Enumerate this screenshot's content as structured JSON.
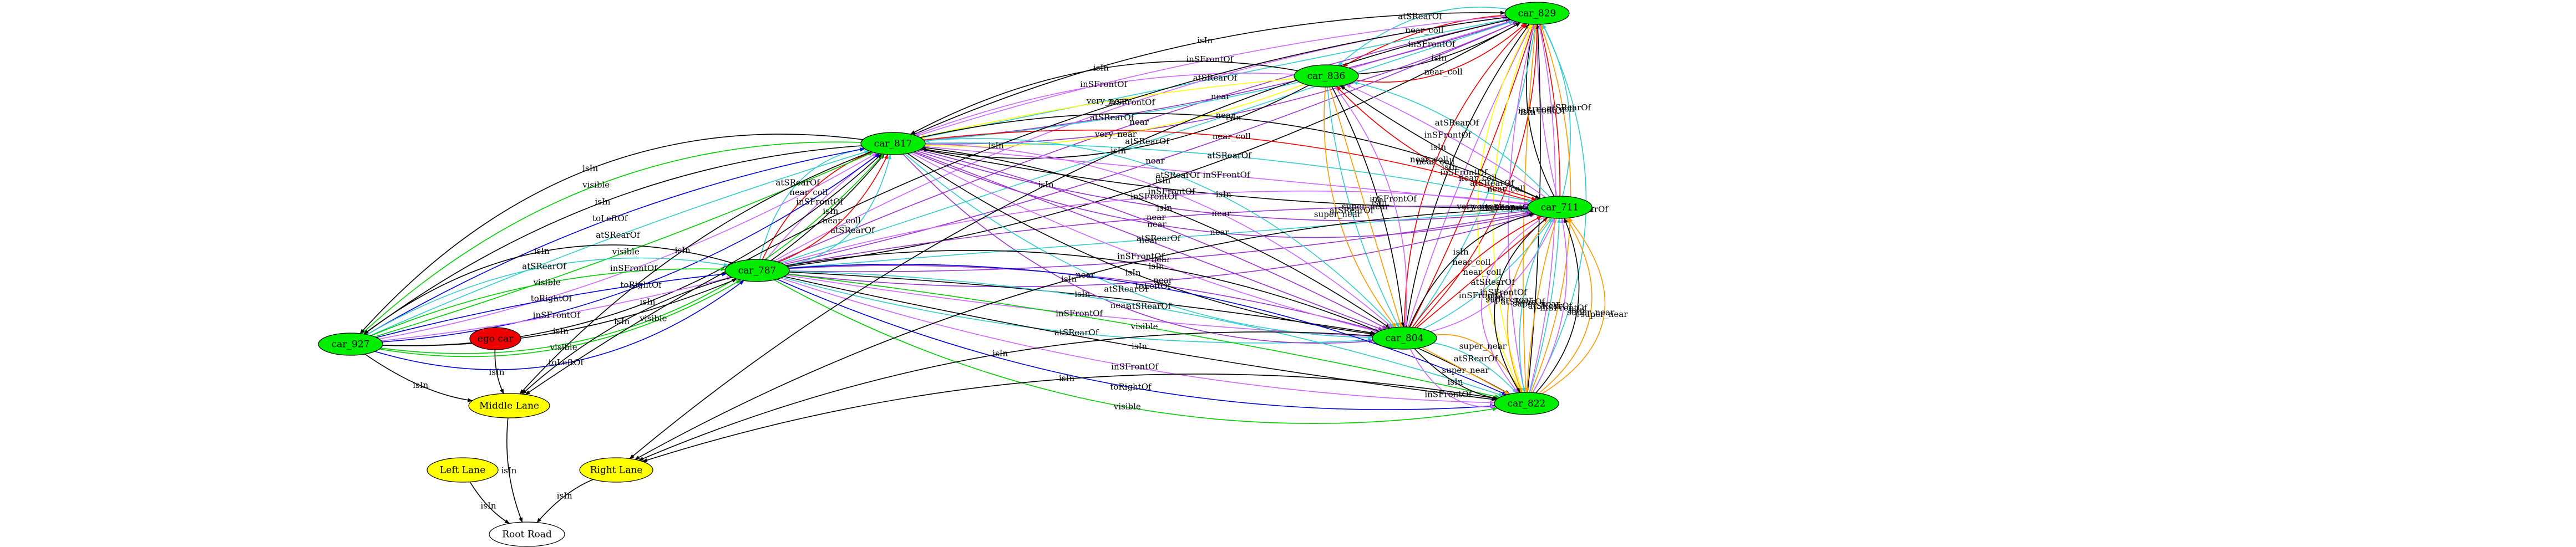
{
  "graph": {
    "nodes": [
      {
        "id": "car_829",
        "label": "car_829",
        "color": "#00ee00"
      },
      {
        "id": "car_836",
        "label": "car_836",
        "color": "#00ee00"
      },
      {
        "id": "car_817",
        "label": "car_817",
        "color": "#00ee00"
      },
      {
        "id": "car_711",
        "label": "car_711",
        "color": "#00ee00"
      },
      {
        "id": "car_787",
        "label": "car_787",
        "color": "#00ee00"
      },
      {
        "id": "car_927",
        "label": "car_927",
        "color": "#00ee00"
      },
      {
        "id": "car_804",
        "label": "car_804",
        "color": "#00ee00"
      },
      {
        "id": "car_822",
        "label": "car_822",
        "color": "#00ee00"
      },
      {
        "id": "ego_car",
        "label": "ego car",
        "color": "#ee0000"
      },
      {
        "id": "middle_lane",
        "label": "Middle Lane",
        "color": "#ffff00"
      },
      {
        "id": "left_lane",
        "label": "Left Lane",
        "color": "#ffff00"
      },
      {
        "id": "right_lane",
        "label": "Right Lane",
        "color": "#ffff00"
      },
      {
        "id": "root_road",
        "label": "Root Road",
        "color": "#ffffff"
      }
    ],
    "edges": [
      {
        "from": "car_836",
        "to": "car_829",
        "label": "near_coll",
        "color": "#ee0000"
      },
      {
        "from": "car_836",
        "to": "car_829",
        "label": "isIn",
        "color": "#000000"
      },
      {
        "from": "car_836",
        "to": "car_829",
        "label": "inSFrontOf",
        "color": "#cc66ff"
      },
      {
        "from": "car_829",
        "to": "car_836",
        "label": "near_coll",
        "color": "#ee0000"
      },
      {
        "from": "car_829",
        "to": "car_836",
        "label": "atSRearOf",
        "color": "#33cccc"
      },
      {
        "from": "car_817",
        "to": "car_829",
        "label": "isIn",
        "color": "#000000"
      },
      {
        "from": "car_817",
        "to": "car_829",
        "label": "inSFrontOf",
        "color": "#cc66ff"
      },
      {
        "from": "car_817",
        "to": "car_829",
        "label": "atSRearOf",
        "color": "#33cccc"
      },
      {
        "from": "car_817",
        "to": "car_829",
        "label": "near",
        "color": "#9933cc"
      },
      {
        "from": "car_829",
        "to": "car_817",
        "label": "near",
        "color": "#9933cc"
      },
      {
        "from": "car_787",
        "to": "car_829",
        "label": "inSFrontOf",
        "color": "#cc66ff"
      },
      {
        "from": "car_787",
        "to": "car_829",
        "label": "near",
        "color": "#9933cc"
      },
      {
        "from": "car_787",
        "to": "car_829",
        "label": "atSRearOf",
        "color": "#33cccc"
      },
      {
        "from": "car_787",
        "to": "car_829",
        "label": "near",
        "color": "#9933cc"
      },
      {
        "from": "car_787",
        "to": "car_829",
        "label": "isIn",
        "color": "#000000"
      },
      {
        "from": "car_836",
        "to": "car_817",
        "label": "isIn",
        "color": "#000000"
      },
      {
        "from": "car_836",
        "to": "car_817",
        "label": "inSFrontOf",
        "color": "#cc66ff"
      },
      {
        "from": "car_836",
        "to": "car_817",
        "label": "very_near",
        "color": "#ffff00"
      },
      {
        "from": "car_836",
        "to": "car_817",
        "label": "atSRearOf",
        "color": "#33cccc"
      },
      {
        "from": "car_836",
        "to": "car_817",
        "label": "very_near",
        "color": "#ffff00"
      },
      {
        "from": "car_836",
        "to": "car_817",
        "label": "isIn",
        "color": "#000000"
      },
      {
        "from": "car_711",
        "to": "car_829",
        "label": "isIn",
        "color": "#000000"
      },
      {
        "from": "car_711",
        "to": "car_829",
        "label": "inSFrontOf",
        "color": "#cc66ff"
      },
      {
        "from": "car_711",
        "to": "car_829",
        "label": "near_coll",
        "color": "#ee0000"
      },
      {
        "from": "car_711",
        "to": "car_829",
        "label": "atSRearOf",
        "color": "#33cccc"
      },
      {
        "from": "car_804",
        "to": "car_829",
        "label": "near_coll",
        "color": "#ee0000"
      },
      {
        "from": "car_804",
        "to": "car_829",
        "label": "isIn",
        "color": "#000000"
      },
      {
        "from": "car_804",
        "to": "car_829",
        "label": "inSFrontOf",
        "color": "#cc66ff"
      },
      {
        "from": "car_804",
        "to": "car_829",
        "label": "near_coll",
        "color": "#ee0000"
      },
      {
        "from": "car_804",
        "to": "car_829",
        "label": "atSRearOf",
        "color": "#33cccc"
      },
      {
        "from": "car_804",
        "to": "car_829",
        "label": "near_coll",
        "color": "#ee0000"
      },
      {
        "from": "car_822",
        "to": "car_829",
        "label": "very_near",
        "color": "#ffff00"
      },
      {
        "from": "car_822",
        "to": "car_829",
        "label": "very_near",
        "color": "#ffff00"
      },
      {
        "from": "car_822",
        "to": "car_829",
        "label": "inSFrontOf",
        "color": "#cc66ff"
      },
      {
        "from": "car_822",
        "to": "car_829",
        "label": "super_near",
        "color": "#ff9900"
      },
      {
        "from": "car_822",
        "to": "car_829",
        "label": "isIn",
        "color": "#000000"
      },
      {
        "from": "car_822",
        "to": "car_829",
        "label": "inSFrontOf",
        "color": "#cc66ff"
      },
      {
        "from": "car_822",
        "to": "car_829",
        "label": "super_near",
        "color": "#ff9900"
      },
      {
        "from": "car_822",
        "to": "car_829",
        "label": "atSRearOf",
        "color": "#33cccc"
      },
      {
        "from": "car_711",
        "to": "car_836",
        "label": "near_coll",
        "color": "#ee0000"
      },
      {
        "from": "car_711",
        "to": "car_836",
        "label": "isIn",
        "color": "#000000"
      },
      {
        "from": "car_711",
        "to": "car_836",
        "label": "inSFrontOf",
        "color": "#cc66ff"
      },
      {
        "from": "car_711",
        "to": "car_836",
        "label": "atSRearOf",
        "color": "#33cccc"
      },
      {
        "from": "car_817",
        "to": "car_711",
        "label": "near",
        "color": "#9933cc"
      },
      {
        "from": "car_817",
        "to": "car_711",
        "label": "near",
        "color": "#9933cc"
      },
      {
        "from": "car_817",
        "to": "car_711",
        "label": "isIn",
        "color": "#000000"
      },
      {
        "from": "car_817",
        "to": "car_711",
        "label": "inSFrontOf",
        "color": "#cc66ff"
      },
      {
        "from": "car_817",
        "to": "car_711",
        "label": "atSRearOf",
        "color": "#33cccc"
      },
      {
        "from": "car_817",
        "to": "car_711",
        "label": "near_coll",
        "color": "#ee0000"
      },
      {
        "from": "car_817",
        "to": "car_711",
        "label": "isIn",
        "color": "#000000"
      },
      {
        "from": "car_787",
        "to": "car_711",
        "label": "near",
        "color": "#9933cc"
      },
      {
        "from": "car_787",
        "to": "car_711",
        "label": "near",
        "color": "#9933cc"
      },
      {
        "from": "car_787",
        "to": "car_711",
        "label": "atSRearOf",
        "color": "#33cccc"
      },
      {
        "from": "car_787",
        "to": "car_711",
        "label": "near",
        "color": "#9933cc"
      },
      {
        "from": "car_787",
        "to": "car_711",
        "label": "inSFrontOf",
        "color": "#cc66ff"
      },
      {
        "from": "car_804",
        "to": "car_711",
        "label": "inSFrontOf",
        "color": "#cc66ff"
      },
      {
        "from": "car_804",
        "to": "car_711",
        "label": "atSRearOf",
        "color": "#33cccc"
      },
      {
        "from": "car_804",
        "to": "car_711",
        "label": "near_coll",
        "color": "#ee0000"
      },
      {
        "from": "car_804",
        "to": "car_711",
        "label": "near_coll",
        "color": "#ee0000"
      },
      {
        "from": "car_804",
        "to": "car_711",
        "label": "isIn",
        "color": "#000000"
      },
      {
        "from": "car_822",
        "to": "car_711",
        "label": "super_near",
        "color": "#ff9900"
      },
      {
        "from": "car_822",
        "to": "car_711",
        "label": "super_near",
        "color": "#ff9900"
      },
      {
        "from": "car_822",
        "to": "car_711",
        "label": "isIn",
        "color": "#000000"
      },
      {
        "from": "car_822",
        "to": "car_711",
        "label": "inSFrontOf",
        "color": "#cc66ff"
      },
      {
        "from": "car_822",
        "to": "car_711",
        "label": "atSRearOf",
        "color": "#33cccc"
      },
      {
        "from": "car_787",
        "to": "car_817",
        "label": "atSRearOf",
        "color": "#33cccc"
      },
      {
        "from": "car_787",
        "to": "car_817",
        "label": "near_coll",
        "color": "#ee0000"
      },
      {
        "from": "car_787",
        "to": "car_817",
        "label": "inSFrontOf",
        "color": "#cc66ff"
      },
      {
        "from": "car_787",
        "to": "car_817",
        "label": "isIn",
        "color": "#000000"
      },
      {
        "from": "car_787",
        "to": "car_817",
        "label": "near_coll",
        "color": "#ee0000"
      },
      {
        "from": "car_787",
        "to": "car_817",
        "label": "atSRearOf",
        "color": "#33cccc"
      },
      {
        "from": "car_927",
        "to": "car_817",
        "label": "visible",
        "color": "#00cc00"
      },
      {
        "from": "car_927",
        "to": "car_817",
        "label": "isIn",
        "color": "#000000"
      },
      {
        "from": "car_927",
        "to": "car_817",
        "label": "toRightOf",
        "color": "#0000cc"
      },
      {
        "from": "car_927",
        "to": "car_817",
        "label": "inSFrontOf",
        "color": "#cc66ff"
      },
      {
        "from": "car_927",
        "to": "car_817",
        "label": "visible",
        "color": "#00cc00"
      },
      {
        "from": "car_927",
        "to": "car_817",
        "label": "atSRearOf",
        "color": "#33cccc"
      },
      {
        "from": "car_927",
        "to": "car_817",
        "label": "toLeftOf",
        "color": "#0000cc"
      },
      {
        "from": "car_927",
        "to": "car_787",
        "label": "toLeftOf",
        "color": "#0000cc"
      },
      {
        "from": "car_927",
        "to": "car_787",
        "label": "visible",
        "color": "#00cc00"
      },
      {
        "from": "car_927",
        "to": "car_787",
        "label": "isIn",
        "color": "#000000"
      },
      {
        "from": "car_927",
        "to": "car_787",
        "label": "inSFrontOf",
        "color": "#cc66ff"
      },
      {
        "from": "car_927",
        "to": "car_787",
        "label": "toRightOf",
        "color": "#0000cc"
      },
      {
        "from": "car_927",
        "to": "car_787",
        "label": "visible",
        "color": "#00cc00"
      },
      {
        "from": "car_927",
        "to": "car_787",
        "label": "atSRearOf",
        "color": "#33cccc"
      },
      {
        "from": "car_787",
        "to": "car_804",
        "label": "near",
        "color": "#9933cc"
      },
      {
        "from": "car_787",
        "to": "car_804",
        "label": "isIn",
        "color": "#000000"
      },
      {
        "from": "car_787",
        "to": "car_804",
        "label": "inSFrontOf",
        "color": "#cc66ff"
      },
      {
        "from": "car_787",
        "to": "car_804",
        "label": "atSRearOf",
        "color": "#33cccc"
      },
      {
        "from": "car_817",
        "to": "car_804",
        "label": "near",
        "color": "#9933cc"
      },
      {
        "from": "car_817",
        "to": "car_804",
        "label": "atSRearOf",
        "color": "#33cccc"
      },
      {
        "from": "car_817",
        "to": "car_804",
        "label": "isIn",
        "color": "#000000"
      },
      {
        "from": "car_817",
        "to": "car_804",
        "label": "inSFrontOf",
        "color": "#cc66ff"
      },
      {
        "from": "car_817",
        "to": "car_804",
        "label": "near",
        "color": "#9933cc"
      },
      {
        "from": "car_817",
        "to": "car_804",
        "label": "near",
        "color": "#9933cc"
      },
      {
        "from": "car_817",
        "to": "car_804",
        "label": "isIn",
        "color": "#000000"
      },
      {
        "from": "car_817",
        "to": "car_804",
        "label": "inSFrontOf",
        "color": "#cc66ff"
      },
      {
        "from": "car_817",
        "to": "car_804",
        "label": "atSRearOf",
        "color": "#33cccc"
      },
      {
        "from": "car_836",
        "to": "car_804",
        "label": "super_near",
        "color": "#ff9900"
      },
      {
        "from": "car_836",
        "to": "car_804",
        "label": "atSRearOf",
        "color": "#33cccc"
      },
      {
        "from": "car_836",
        "to": "car_804",
        "label": "super_near",
        "color": "#ff9900"
      },
      {
        "from": "car_836",
        "to": "car_804",
        "label": "isIn",
        "color": "#000000"
      },
      {
        "from": "car_836",
        "to": "car_804",
        "label": "inSFrontOf",
        "color": "#cc66ff"
      },
      {
        "from": "car_787",
        "to": "car_822",
        "label": "isIn",
        "color": "#000000"
      },
      {
        "from": "car_787",
        "to": "car_822",
        "label": "toLeftOf",
        "color": "#0000cc"
      },
      {
        "from": "car_787",
        "to": "car_822",
        "label": "atSRearOf",
        "color": "#33cccc"
      },
      {
        "from": "car_787",
        "to": "car_822",
        "label": "visible",
        "color": "#00cc00"
      },
      {
        "from": "car_787",
        "to": "car_822",
        "label": "isIn",
        "color": "#000000"
      },
      {
        "from": "car_787",
        "to": "car_822",
        "label": "inSFrontOf",
        "color": "#cc66ff"
      },
      {
        "from": "car_787",
        "to": "car_822",
        "label": "toRightOf",
        "color": "#0000cc"
      },
      {
        "from": "car_787",
        "to": "car_822",
        "label": "visible",
        "color": "#00cc00"
      },
      {
        "from": "car_804",
        "to": "car_822",
        "label": "super_near",
        "color": "#ff9900"
      },
      {
        "from": "car_804",
        "to": "car_822",
        "label": "atSRearOf",
        "color": "#33cccc"
      },
      {
        "from": "car_804",
        "to": "car_822",
        "label": "super_near",
        "color": "#ff9900"
      },
      {
        "from": "car_804",
        "to": "car_822",
        "label": "isIn",
        "color": "#000000"
      },
      {
        "from": "car_804",
        "to": "car_822",
        "label": "inSFrontOf",
        "color": "#cc66ff"
      },
      {
        "from": "car_711",
        "to": "car_822",
        "label": "super_near",
        "color": "#ff9900"
      },
      {
        "from": "car_711",
        "to": "car_822",
        "label": "atSRearOf",
        "color": "#33cccc"
      },
      {
        "from": "car_711",
        "to": "car_822",
        "label": "super_near",
        "color": "#ff9900"
      },
      {
        "from": "car_711",
        "to": "car_822",
        "label": "isIn",
        "color": "#000000"
      },
      {
        "from": "car_711",
        "to": "car_822",
        "label": "inSFrontOf",
        "color": "#cc66ff"
      },
      {
        "from": "car_817",
        "to": "car_927",
        "label": "isIn",
        "color": "#000000"
      },
      {
        "from": "car_817",
        "to": "car_927",
        "label": "visible",
        "color": "#00cc00"
      },
      {
        "from": "car_817",
        "to": "car_927",
        "label": "isIn",
        "color": "#000000"
      },
      {
        "from": "car_787",
        "to": "car_927",
        "label": "isIn",
        "color": "#000000"
      },
      {
        "from": "car_829",
        "to": "middle_lane",
        "label": "isIn",
        "color": "#000000"
      },
      {
        "from": "car_817",
        "to": "middle_lane",
        "label": "isIn",
        "color": "#000000"
      },
      {
        "from": "car_927",
        "to": "middle_lane",
        "label": "isIn",
        "color": "#000000"
      },
      {
        "from": "ego_car",
        "to": "middle_lane",
        "label": "isIn",
        "color": "#000000"
      },
      {
        "from": "car_787",
        "to": "middle_lane",
        "label": "isIn",
        "color": "#000000"
      },
      {
        "from": "car_829",
        "to": "right_lane",
        "label": "isIn",
        "color": "#000000"
      },
      {
        "from": "car_804",
        "to": "right_lane",
        "label": "isIn",
        "color": "#000000"
      },
      {
        "from": "car_822",
        "to": "right_lane",
        "label": "isIn",
        "color": "#000000"
      },
      {
        "from": "car_711",
        "to": "right_lane",
        "label": "isIn",
        "color": "#000000"
      },
      {
        "from": "middle_lane",
        "to": "root_road",
        "label": "isIn",
        "color": "#000000"
      },
      {
        "from": "left_lane",
        "to": "root_road",
        "label": "isIn",
        "color": "#000000"
      },
      {
        "from": "right_lane",
        "to": "root_road",
        "label": "isIn",
        "color": "#000000"
      }
    ]
  }
}
